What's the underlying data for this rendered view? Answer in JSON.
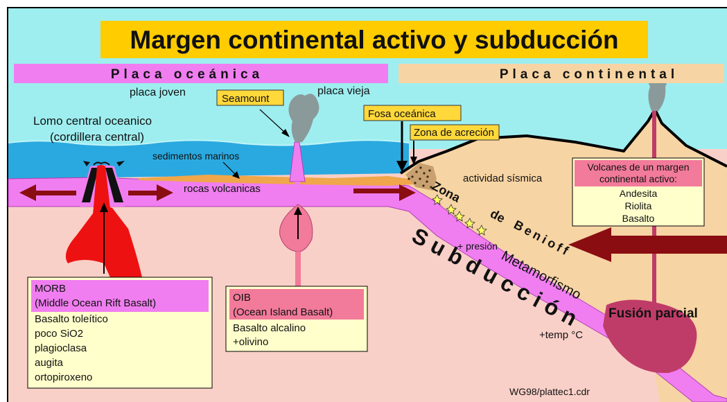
{
  "title": "Margen continental activo y subducción",
  "plates": {
    "oceanic": "Placa oceánica",
    "continental": "Placa continental"
  },
  "labels": {
    "young_plate": "placa joven",
    "old_plate": "placa vieja",
    "seamount": "Seamount",
    "ridge_line1": "Lomo central oceanico",
    "ridge_line2": "(cordillera central)",
    "sediments": "sedimentos marinos",
    "volcanic_rocks": "rocas volcanicas",
    "trench": "Fosa oceánica",
    "accretion": "Zona de acreción",
    "seismic": "actividad sísmica",
    "benioff_zona": "Zona",
    "benioff_de": "de",
    "benioff_name": "Benioff",
    "subduction": "Subducción",
    "metamorphism": "Metamorfismo",
    "pressure": "+ presión",
    "temperature": "+temp °C",
    "partial_melt": "Fusión parcial",
    "credit": "WG98/plattec1.cdr"
  },
  "morb_box": {
    "head1": "MORB",
    "head2": "(Middle Ocean Rift Basalt)",
    "lines": [
      "Basalto toleítico",
      "poco SiO2",
      "plagioclasa",
      "augita",
      "ortopiroxeno"
    ]
  },
  "oib_box": {
    "head1": "OIB",
    "head2": "(Ocean Island Basalt)",
    "lines": [
      "Basalto alcalino",
      "+olivino"
    ]
  },
  "volcano_box": {
    "head1": "Volcanes de un margen",
    "head2": "continental activo:",
    "lines": [
      "Andesita",
      "Riolita",
      "Basalto"
    ]
  },
  "colors": {
    "sky": "#9eeef0",
    "ocean": "#2aa9e0",
    "oceanic_crust": "#f07ef0",
    "mantle": "#f9d0c8",
    "continent": "#f7d4a3",
    "magma_morb": "#ee1111",
    "magma_oib": "#f27a9a",
    "magma_continental": "#c03c68",
    "title_bg": "#ffcc00",
    "label_bg": "#ffd83a",
    "box_bg": "#ffffcc",
    "arrow": "#8a0d12"
  }
}
